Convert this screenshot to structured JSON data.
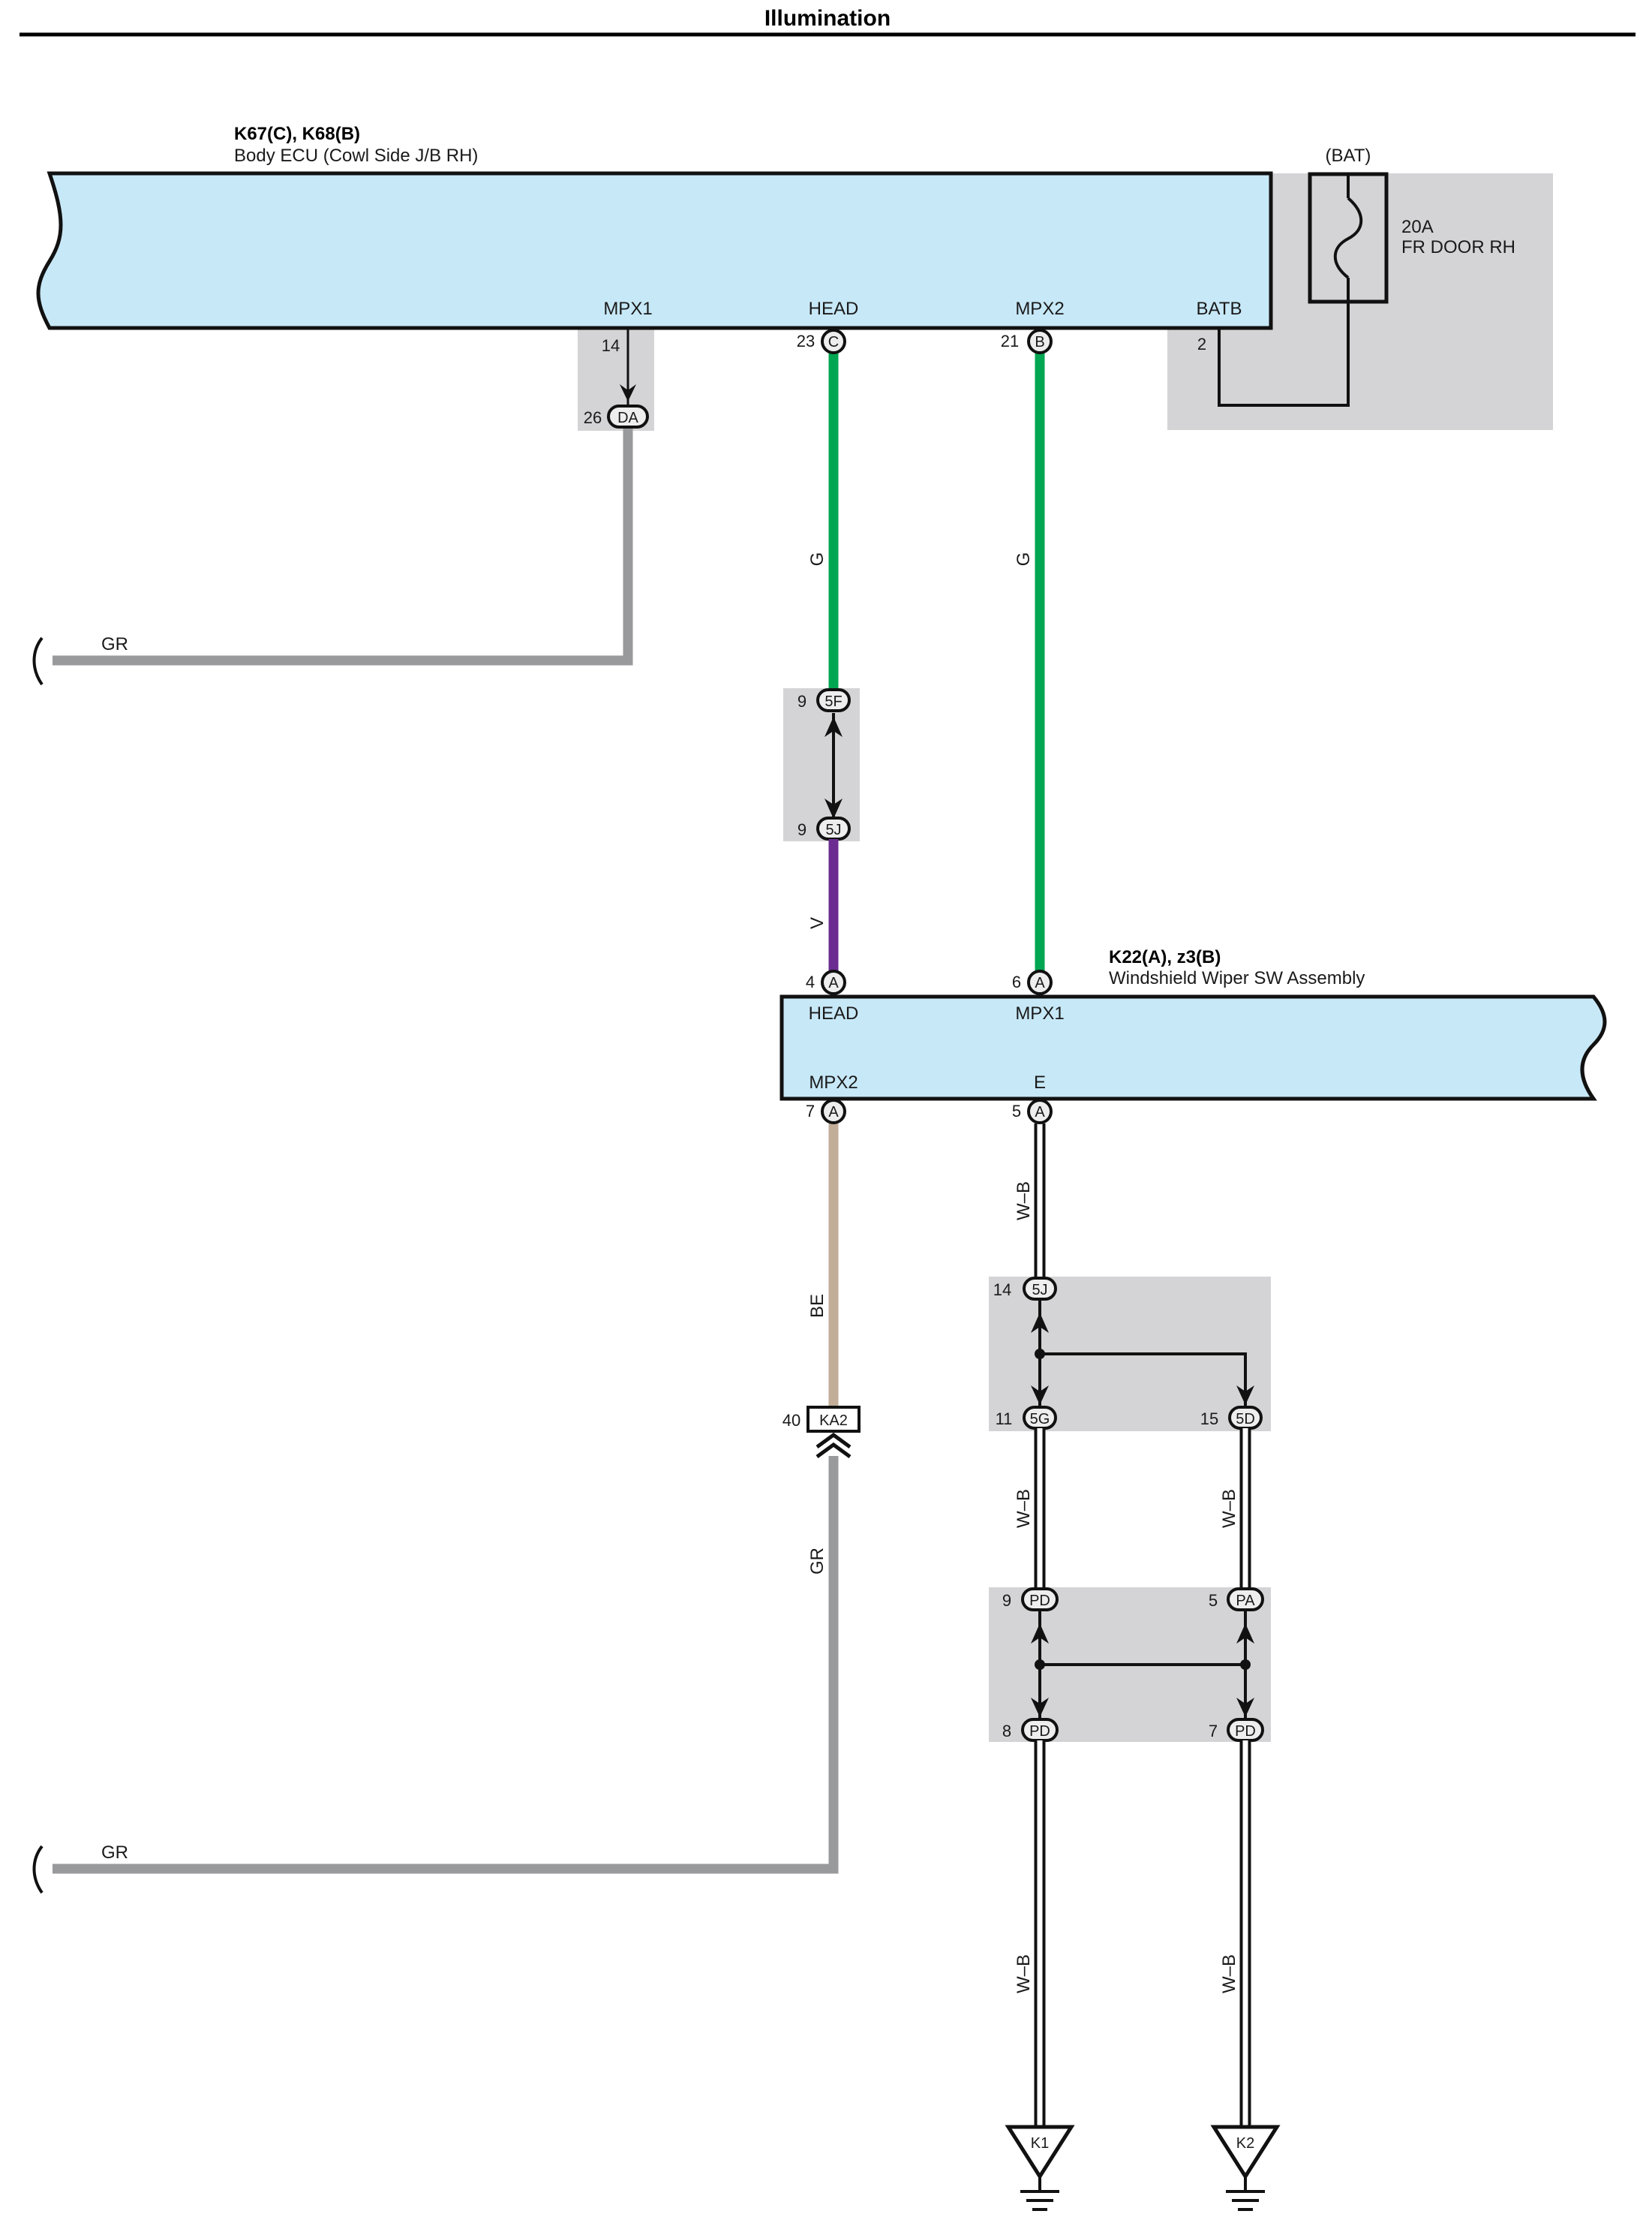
{
  "title": "Illumination",
  "colors": {
    "component_fill": "#c7e8f7",
    "junction_fill": "#d4d4d6",
    "wire_G": "#00a652",
    "wire_V": "#6b2c91",
    "wire_BE": "#c2ae98",
    "wire_GR": "#999a9c",
    "wire_WB": "#ffffff"
  },
  "body_ecu": {
    "code": "K67(C), K68(B)",
    "name": "Body ECU (Cowl Side J/B RH)",
    "terminals": [
      "MPX1",
      "HEAD",
      "MPX2",
      "BATB"
    ],
    "pins": {
      "mpx1": {
        "num": "14"
      },
      "head": {
        "num": "23",
        "conn": "C"
      },
      "mpx2": {
        "num": "21",
        "conn": "B"
      },
      "batb": {
        "num": "2"
      }
    }
  },
  "fuse": {
    "source": "(BAT)",
    "rating": "20A",
    "name": "FR DOOR RH"
  },
  "wiper_sw": {
    "code": "K22(A), z3(B)",
    "name": "Windshield Wiper SW Assembly",
    "terminals": {
      "head": "HEAD",
      "mpx1": "MPX1",
      "mpx2": "MPX2",
      "e": "E"
    },
    "pins": {
      "head": {
        "num": "4",
        "conn": "A"
      },
      "mpx1": {
        "num": "6",
        "conn": "A"
      },
      "mpx2": {
        "num": "7",
        "conn": "A"
      },
      "e": {
        "num": "5",
        "conn": "A"
      }
    }
  },
  "connectors": {
    "da": {
      "num": "26",
      "label": "DA"
    },
    "c5f": {
      "num": "9",
      "label": "5F"
    },
    "c5j_a": {
      "num": "9",
      "label": "5J"
    },
    "ka2": {
      "num": "40",
      "label": "KA2"
    },
    "c5j_b": {
      "num": "14",
      "label": "5J"
    },
    "c5g": {
      "num": "11",
      "label": "5G"
    },
    "c5d": {
      "num": "15",
      "label": "5D"
    },
    "pd1": {
      "num": "9",
      "label": "PD"
    },
    "pa": {
      "num": "5",
      "label": "PA"
    },
    "pd2": {
      "num": "8",
      "label": "PD"
    },
    "pd3": {
      "num": "7",
      "label": "PD"
    }
  },
  "wire_labels": {
    "gr_top": "GR",
    "g_head": "G",
    "g_mpx2": "G",
    "v": "V",
    "be": "BE",
    "gr_mid": "GR",
    "gr_bottom": "GR",
    "wb_top": "W–B",
    "wb_left_mid": "W–B",
    "wb_right_mid": "W–B",
    "wb_left_bottom": "W–B",
    "wb_right_bottom": "W–B"
  },
  "grounds": {
    "k1": "K1",
    "k2": "K2"
  }
}
